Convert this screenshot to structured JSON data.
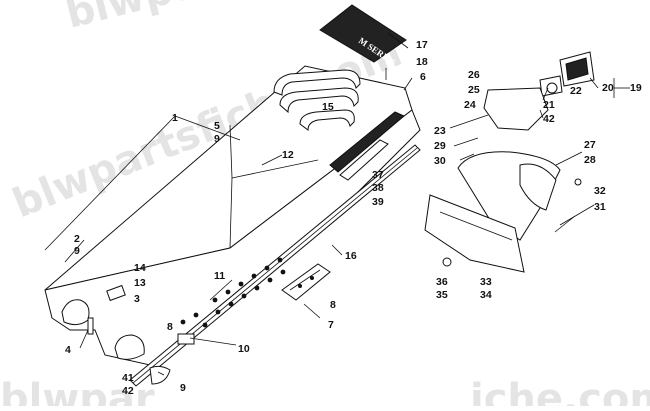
{
  "watermark": {
    "text_top": "blwpartsfiche",
    "text_center": "blwpartsfiche.com",
    "text_bottom_left": "blwpar",
    "text_bottom_right": "iche.com"
  },
  "badge_text": "M SERIES",
  "callouts": {
    "n1": "1",
    "n2": "2",
    "n3": "3",
    "n4": "4",
    "n5": "5",
    "n6": "6",
    "n7": "7",
    "n8a": "8",
    "n8b": "8",
    "n9a": "9",
    "n9b": "9",
    "n9c": "9",
    "n10": "10",
    "n11": "11",
    "n12": "12",
    "n13": "13",
    "n14": "14",
    "n15": "15",
    "n16": "16",
    "n17": "17",
    "n18": "18",
    "n19": "19",
    "n20": "20",
    "n21": "21",
    "n22": "22",
    "n23": "23",
    "n24": "24",
    "n25": "25",
    "n26": "26",
    "n27": "27",
    "n28": "28",
    "n29": "29",
    "n30": "30",
    "n31": "31",
    "n32": "32",
    "n33": "33",
    "n34": "34",
    "n35": "35",
    "n36": "36",
    "n37": "37",
    "n38": "38",
    "n39": "39",
    "n41": "41",
    "n42a": "42",
    "n42b": "42"
  }
}
